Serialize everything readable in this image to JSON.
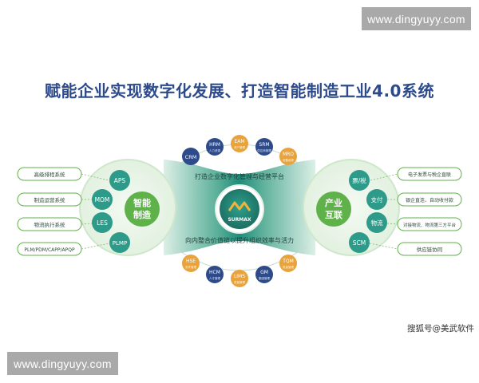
{
  "watermark_top": "www.dingyuyy.com",
  "watermark_bottom": "www.dingyuyy.com",
  "title": "赋能企业实现数字化发展、打造智能制造工业4.0系统",
  "center_logo": "SURMAX",
  "top_band_label": "打造企业数字化管理与经营平台",
  "bottom_band_label": "向内整合价值链以提升组织效率与活力",
  "left_hub": {
    "label_line1": "智能",
    "label_line2": "制造"
  },
  "right_hub": {
    "label_line1": "产业",
    "label_line2": "互联"
  },
  "left_nodes": [
    "APS",
    "MOM",
    "LES",
    "PLMP"
  ],
  "right_nodes": [
    "票/税",
    "支付",
    "物流",
    "SCM"
  ],
  "left_boxes": [
    "高级排程系统",
    "制造运营系统",
    "物流执行系统",
    "PLM/PDM/CAPP/APQP"
  ],
  "right_boxes": [
    "电子发票与税企直联",
    "银企直连、自动收付款",
    "对接物流、物流第三方平台",
    "供应链协同"
  ],
  "top_circles": [
    {
      "abbr": "CRM",
      "sub": ""
    },
    {
      "abbr": "HRM",
      "sub": "人力资源"
    },
    {
      "abbr": "EAM",
      "sub": "资产管理"
    },
    {
      "abbr": "SRM",
      "sub": "供应商管理"
    },
    {
      "abbr": "MRO",
      "sub": "设备维修"
    }
  ],
  "bottom_circles": [
    {
      "abbr": "HSE",
      "sub": "安环管理"
    },
    {
      "abbr": "HCM",
      "sub": "人才管理"
    },
    {
      "abbr": "LIMS",
      "sub": "质量管理"
    },
    {
      "abbr": "GM",
      "sub": "集团管理"
    },
    {
      "abbr": "TQM",
      "sub": "质量管理"
    }
  ],
  "credit": "搜狐号@美武软件",
  "colors": {
    "blue": "#2d4a8a",
    "green": "#5fb24a",
    "teal": "#2e9b8a",
    "orange": "#e8a33d"
  }
}
